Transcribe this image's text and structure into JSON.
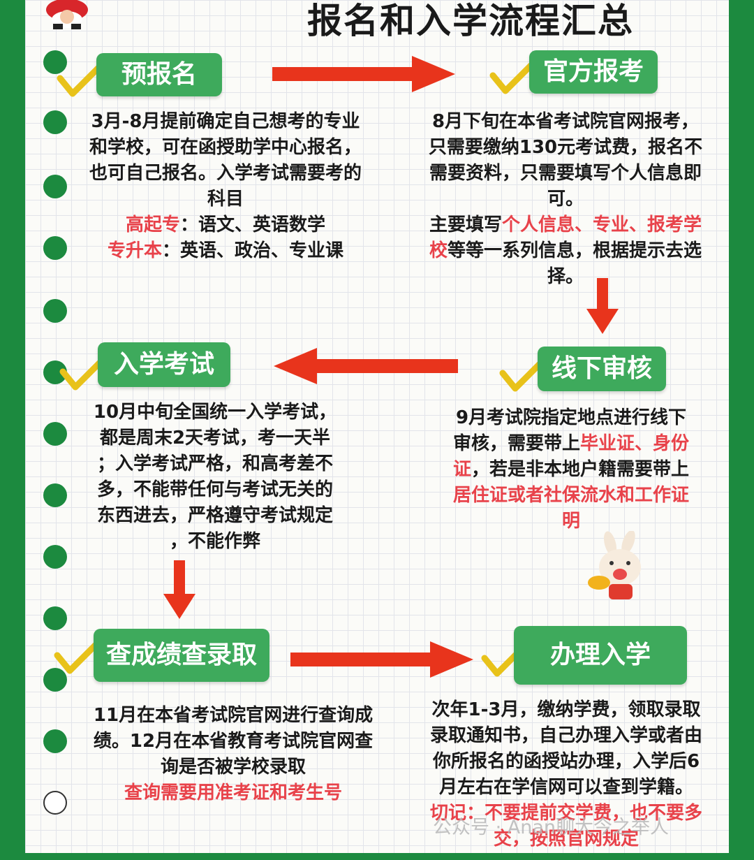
{
  "title": "报名和入学流程汇总",
  "steps": {
    "prereg": {
      "label": "预报名",
      "lines": [
        "3月-8月提前确定自己想考的专业",
        "和学校，可在函授助学中心报名，",
        "也可自己报名。入学考试需要考的",
        "科目"
      ],
      "gqz_label": "高起专",
      "gqz_text": "：语文、英语数学",
      "zsb_label": "专升本",
      "zsb_text": "：英语、政治、专业课"
    },
    "official": {
      "label": "官方报考",
      "lines": [
        "8月下旬在本省考试院官网报考，",
        "只需要缴纳130元考试费，报名不",
        "需要资料，只需要填写个人信息即",
        "可。"
      ],
      "line5_a": "主要填写",
      "line5_b": "个人信息、专业、报考学",
      "line6_a": "校",
      "line6_b": "等等一系列信息，根据提示去选",
      "line7": "择。"
    },
    "review": {
      "label": "线下审核",
      "line1": "9月考试院指定地点进行线下",
      "line2_a": "审核，需要带上",
      "line2_b": "毕业证、身份",
      "line3_a": "证",
      "line3_b": "，若是非本地户籍需要带上",
      "line4": "居住证或者社保流水和工作证",
      "line5": "明"
    },
    "exam": {
      "label": "入学考试",
      "lines": [
        "10月中旬全国统一入学考试，",
        "都是周末2天考试，考一天半",
        "；入学考试严格，和高考差不",
        "多，不能带任何与考试无关的",
        "东西进去，严格遵守考试规定",
        "，不能作弊"
      ]
    },
    "score": {
      "label": "查成绩查录取",
      "lines": [
        "11月在本省考试院官网进行查询成",
        "绩。12月在本省教育考试院官网查",
        "询是否被学校录取"
      ],
      "note": "查询需要用准考证和考生号"
    },
    "enroll": {
      "label": "办理入学",
      "lines": [
        "次年1-3月，缴纳学费，领取录取",
        "录取通知书，自己办理入学或者由",
        "你所报名的函授站办理，入学后6",
        "月左右在学信网可以查到学籍。"
      ],
      "note1": "切记：不要提前交学费，也不要多",
      "note2": "交，按照官网规定"
    }
  },
  "watermark": "公众号 · Anan聊大今之举人",
  "colors": {
    "green": "#3eaa5c",
    "red_arrow": "#e8341c",
    "red_text": "#e8424a",
    "check": "#e8c21a",
    "frame": "#1c8a3f"
  },
  "icons": [
    "check-icon",
    "arrow-right-icon",
    "arrow-left-icon",
    "arrow-down-icon",
    "rabbit-mascot-icon",
    "santa-mascot-icon"
  ]
}
